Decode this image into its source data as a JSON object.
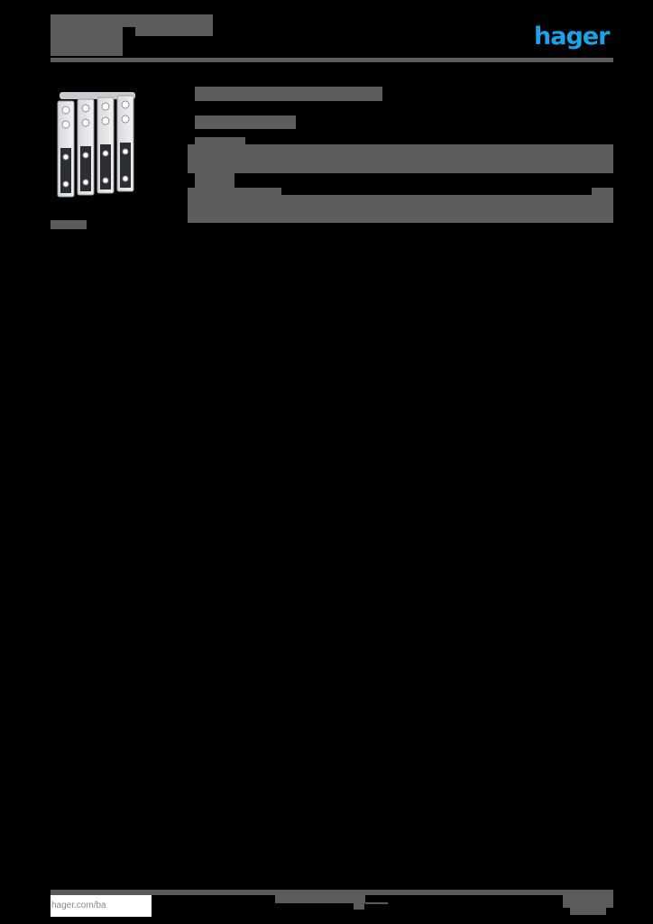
{
  "header": {
    "title_redacted": true,
    "brand_logo": {
      "text": "hager",
      "color": "#1aa3e8"
    }
  },
  "product": {
    "image_alt": "busbar connection terminals set (4 poles)",
    "image_caption_redacted": true,
    "title_redacted": true,
    "subtitle_redacted": true,
    "spec_table_redacted": true
  },
  "footer": {
    "url": "hager.com/ba",
    "center_text_redacted": true,
    "page_info_redacted": true
  },
  "colors": {
    "background": "#000000",
    "redaction": "#5b5c5b",
    "brand": "#1aa3e8"
  }
}
